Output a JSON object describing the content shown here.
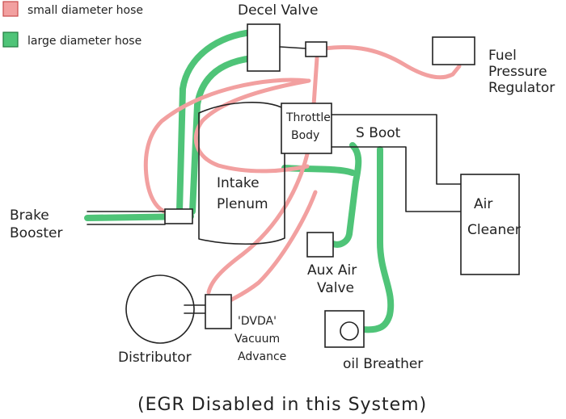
{
  "legend": {
    "small_label": "small diameter hose",
    "large_label": "large diameter hose"
  },
  "components": {
    "decel_valve": "Decel Valve",
    "fuel_pressure_regulator": [
      "Fuel",
      "Pressure",
      "Regulator"
    ],
    "throttle_body": [
      "Throttle",
      "Body"
    ],
    "s_boot": "S Boot",
    "intake_plenum": [
      "Intake",
      "Plenum"
    ],
    "air_cleaner": [
      "Air",
      "Cleaner"
    ],
    "brake_booster": [
      "Brake",
      "Booster"
    ],
    "aux_air_valve": [
      "Aux Air",
      "Valve"
    ],
    "dvda": [
      "'DVDA'",
      "Vacuum",
      "Advance"
    ],
    "distributor": "Distributor",
    "oil_breather": "oil Breather"
  },
  "footnote": "(EGR Disabled in this System)",
  "colors": {
    "small_hose": "#f2a0a0",
    "large_hose": "#4fc478",
    "ink": "#222222"
  }
}
